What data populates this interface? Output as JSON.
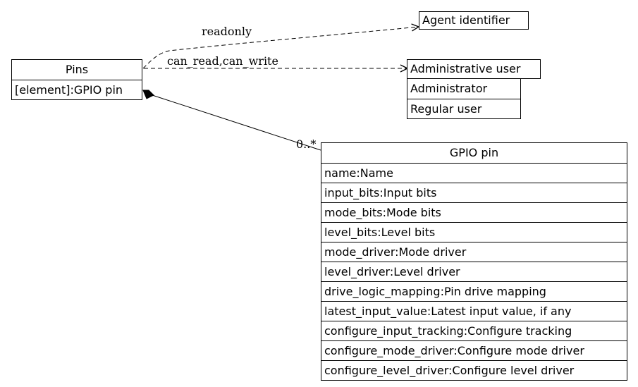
{
  "pins": {
    "title": "Pins",
    "attributes": [
      "[element]:GPIO pin"
    ]
  },
  "agent_identifier": {
    "title": "Agent identifier"
  },
  "administrative_user": {
    "title": "Administrative user",
    "values": [
      "Administrator",
      "Regular user"
    ]
  },
  "gpio_pin": {
    "title": "GPIO pin",
    "attributes": [
      "name:Name",
      "input_bits:Input bits",
      "mode_bits:Mode bits",
      "level_bits:Level bits",
      "mode_driver:Mode driver",
      "level_driver:Level driver",
      "drive_logic_mapping:Pin drive mapping",
      "latest_input_value:Latest input value, if any",
      "configure_input_tracking:Configure tracking",
      "configure_mode_driver:Configure mode driver",
      "configure_level_driver:Configure level driver"
    ]
  },
  "edges": {
    "readonly": "readonly",
    "can_read_write": "can_read,can_write",
    "multiplicity": "0..*"
  }
}
